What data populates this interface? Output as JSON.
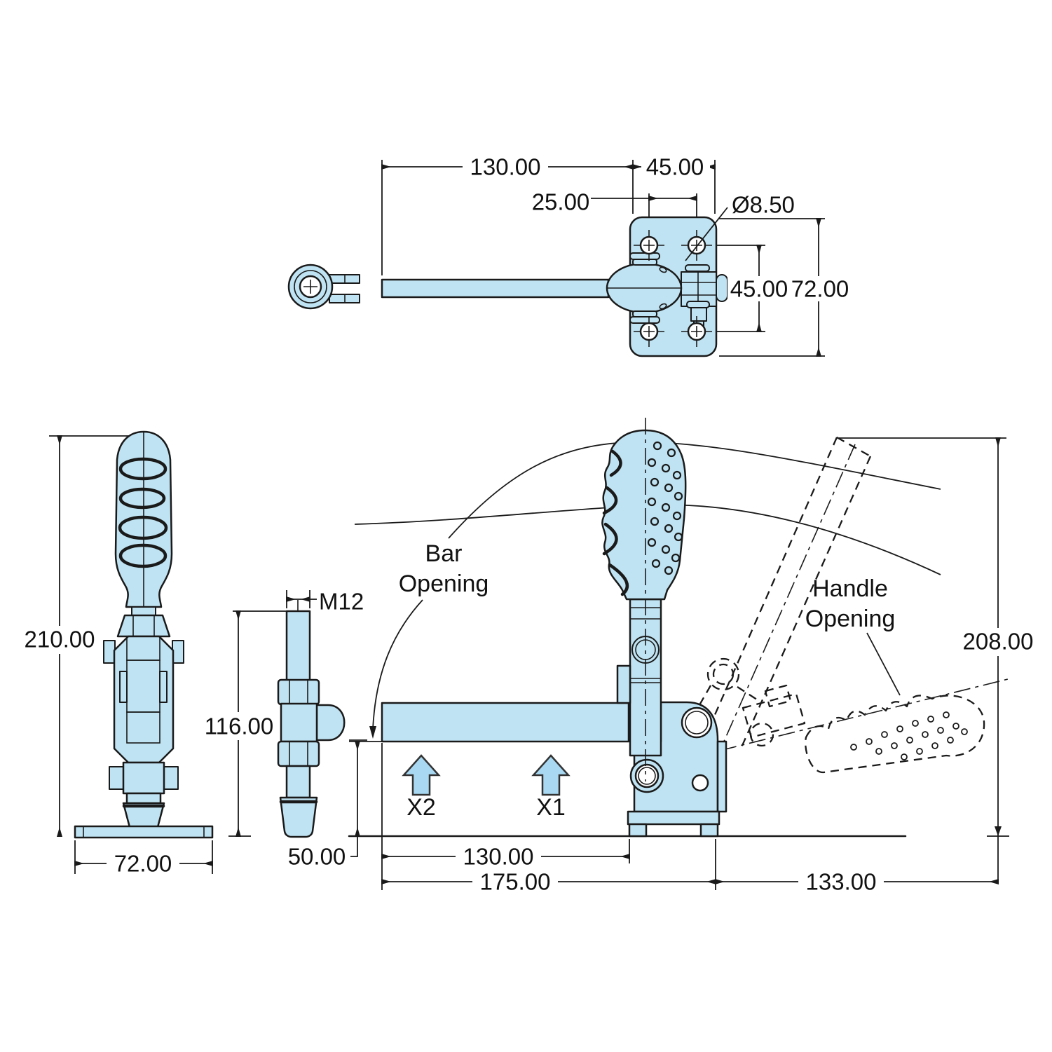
{
  "top_view": {
    "dim_bar_length": "130.00",
    "dim_plate_width": "45.00",
    "dim_hole_offset": "25.00",
    "hole_diameter": "Ø8.50",
    "dim_hole_spacing": "45.00",
    "dim_plate_height": "72.00"
  },
  "front_view": {
    "dim_total_height": "210.00",
    "dim_base_width": "72.00"
  },
  "spindle_view": {
    "thread_label": "M12",
    "dim_spindle_length": "116.00",
    "dim_clamp_height": "50.00"
  },
  "main_view": {
    "label_bar_opening_line1": "Bar",
    "label_bar_opening_line2": "Opening",
    "label_handle_opening_line1": "Handle",
    "label_handle_opening_line2": "Opening",
    "dim_open_height": "208.00",
    "dim_bar_length": "130.00",
    "dim_overall_length": "175.00",
    "dim_handle_reach": "133.00",
    "label_force_x1": "X1",
    "label_force_x2": "X2"
  },
  "colors": {
    "part_fill": "#bfe3f2",
    "force_arrow_fill": "#a9d9f2",
    "line_color": "#1a1a1a"
  }
}
